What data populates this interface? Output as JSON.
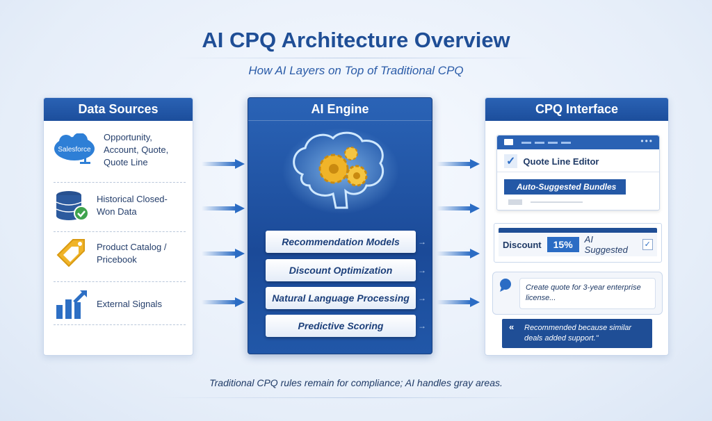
{
  "title": "AI CPQ Architecture Overview",
  "subtitle": "How AI Layers on Top of Traditional CPQ",
  "data_sources": {
    "header": "Data Sources",
    "items": [
      {
        "icon": "salesforce-cloud-icon",
        "logo_text": "Salesforce",
        "label": "Opportunity, Account, Quote, Quote Line"
      },
      {
        "icon": "database-check-icon",
        "label": "Historical Closed-Won Data"
      },
      {
        "icon": "price-tag-icon",
        "label": "Product Catalog / Pricebook"
      },
      {
        "icon": "bar-chart-up-icon",
        "label": "External Signals"
      }
    ]
  },
  "ai_engine": {
    "header": "AI Engine",
    "icon": "brain-gears-icon",
    "modules": [
      "Recommendation Models",
      "Discount Optimization",
      "Natural Language Processing",
      "Predictive Scoring"
    ]
  },
  "cpq_interface": {
    "header": "CPQ Interface",
    "editor": {
      "title": "Quote Line Editor",
      "banner": "Auto-Suggested Bundles"
    },
    "discount": {
      "label": "Discount",
      "value": "15%",
      "note": "AI Suggested"
    },
    "chat": {
      "prompt": "Create quote for 3-year enterprise license...",
      "response": "Recommended because similar deals added support.\""
    }
  },
  "footer": "Traditional CPQ rules remain for compliance; AI handles gray areas.",
  "colors": {
    "primary": "#1d4f9c",
    "accent": "#2b6cc4",
    "gold": "#f0b429"
  }
}
